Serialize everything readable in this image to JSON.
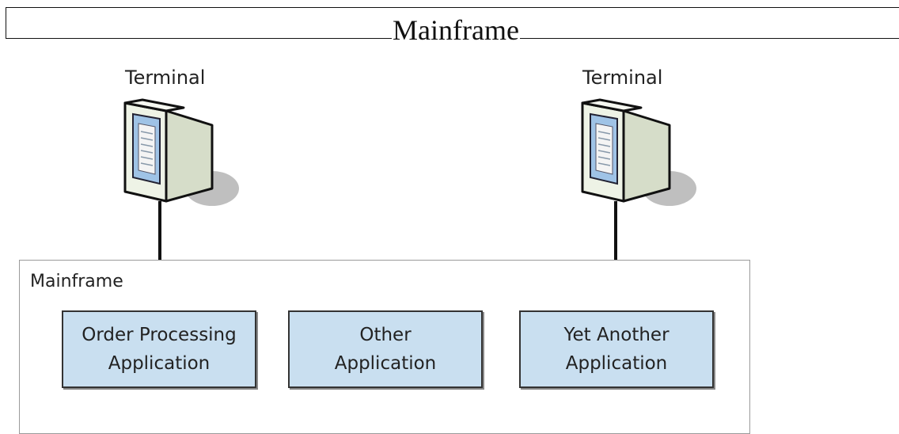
{
  "title": "Mainframe",
  "terminals": [
    {
      "label": "Terminal"
    },
    {
      "label": "Terminal"
    }
  ],
  "mainframe": {
    "label": "Mainframe",
    "applications": [
      {
        "line1": "Order Processing",
        "line2": "Application"
      },
      {
        "line1": "Other",
        "line2": "Application"
      },
      {
        "line1": "Yet Another",
        "line2": "Application"
      }
    ]
  },
  "colors": {
    "app_fill": "#c9dff0",
    "screen_fill": "#9fc3e6",
    "monitor_body": "#eef3e6"
  }
}
